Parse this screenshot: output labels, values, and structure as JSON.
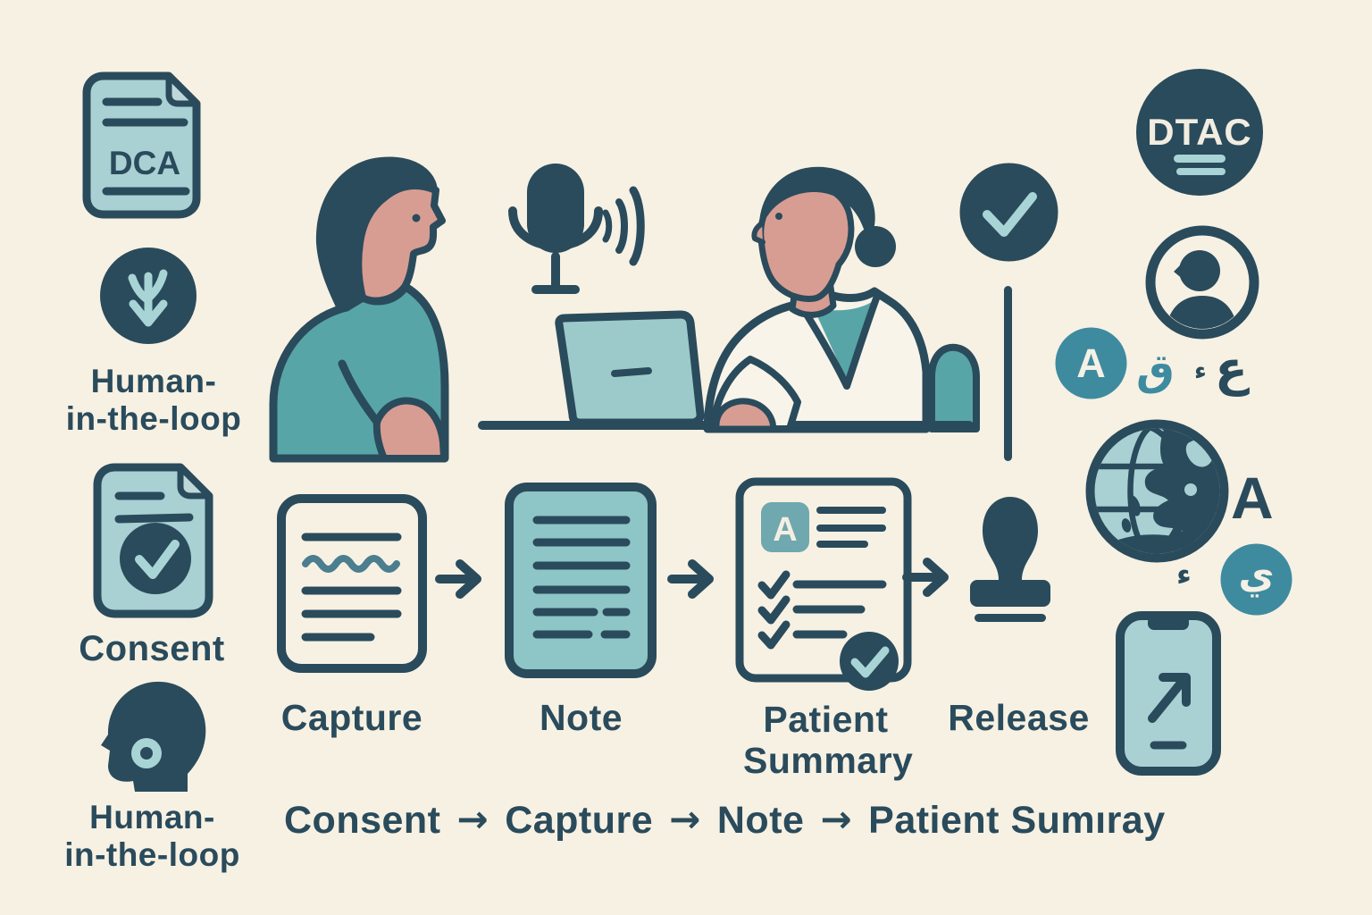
{
  "colors": {
    "background": "#f7f1e3",
    "ink": "#2a4b5c",
    "light_teal": "#a9d1d3",
    "mid_teal": "#58a5a7",
    "laptop_teal": "#9ccaca",
    "note_teal": "#8ec5c6",
    "accent_teal": "#3e8ba0",
    "badge_teal": "#6fa8ae",
    "skin": "#d79d92",
    "coat_white": "#f8f4ea",
    "check_light": "#a9d4d6"
  },
  "left": {
    "dca_label": "DCA",
    "hitl_top_line1": "Human-",
    "hitl_top_line2": "in-the-loop",
    "consent_label": "Consent",
    "hitl_bottom_line1": "Human-",
    "hitl_bottom_line2": "in-the-loop"
  },
  "workflow": {
    "capture_label": "Capture",
    "note_label": "Note",
    "patient_summary_line1": "Patient",
    "patient_summary_line2": "Summary",
    "release_label": "Release",
    "summary_badge_letter": "A"
  },
  "right": {
    "dtac_label": "DTAC",
    "translate_a": "A",
    "arabic_qaf": "ق",
    "arabic_hamza": "ء",
    "arabic_ain": "ع",
    "plain_a": "A",
    "arabic_hamza_small": "ء",
    "arabic_ya": "ي"
  },
  "bottom_flow": {
    "steps": [
      "Consent",
      "Capture",
      "Note",
      "Patient Sumıray"
    ],
    "arrow": "→"
  }
}
